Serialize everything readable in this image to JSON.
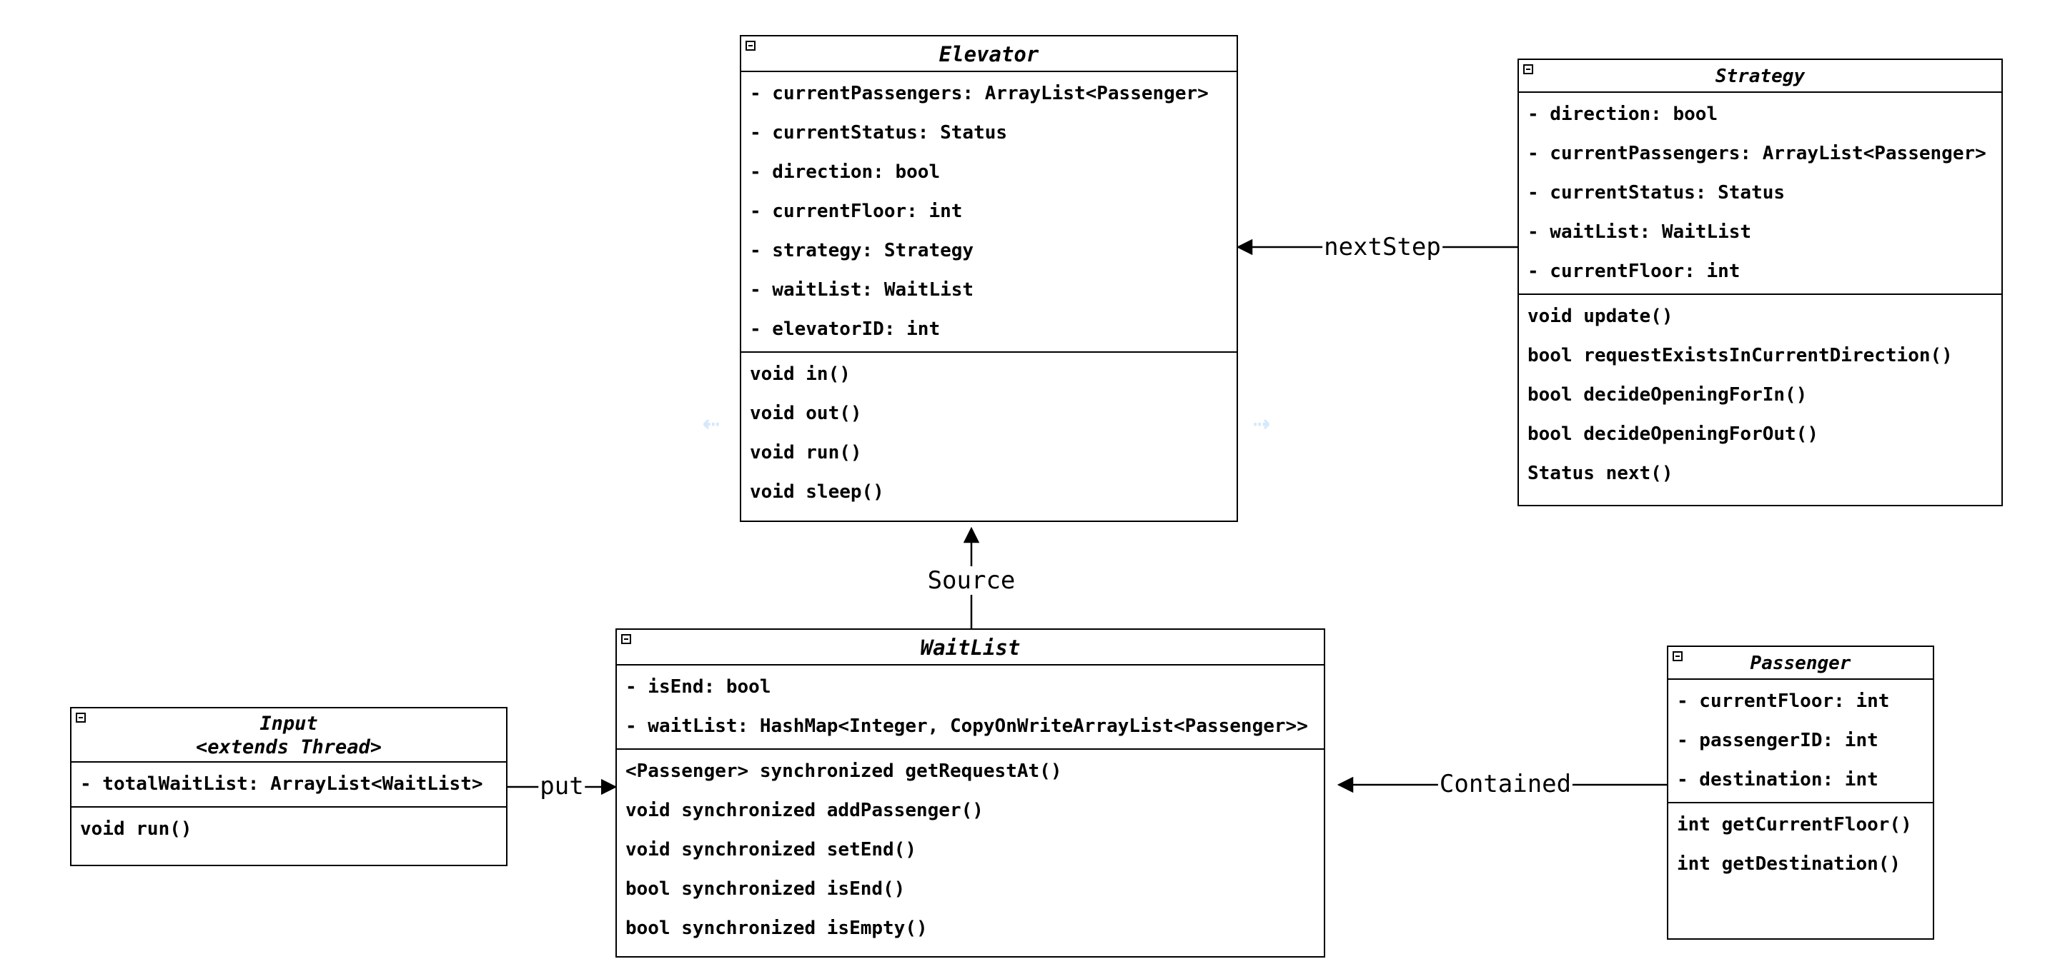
{
  "classes": {
    "elevator": {
      "name": "Elevator",
      "attributes": [
        "- currentPassengers: ArrayList<Passenger>",
        "- currentStatus: Status",
        "- direction: bool",
        "- currentFloor: int",
        "- strategy: Strategy",
        "- waitList: WaitList",
        "- elevatorID: int"
      ],
      "methods": [
        "void in()",
        "void out()",
        "void run()",
        "void sleep()"
      ]
    },
    "strategy": {
      "name": "Strategy",
      "attributes": [
        "- direction: bool",
        "- currentPassengers: ArrayList<Passenger>",
        "- currentStatus: Status",
        "- waitList: WaitList",
        "- currentFloor: int"
      ],
      "methods": [
        "void update()",
        "bool requestExistsInCurrentDirection()",
        "bool decideOpeningForIn()",
        "bool decideOpeningForOut()",
        "Status next()"
      ]
    },
    "waitlist": {
      "name": "WaitList",
      "attributes": [
        "- isEnd: bool",
        "- waitList: HashMap<Integer, CopyOnWriteArrayList<Passenger>>"
      ],
      "methods": [
        "<Passenger> synchronized getRequestAt()",
        "void synchronized addPassenger()",
        "void synchronized setEnd()",
        "bool synchronized isEnd()",
        "bool synchronized isEmpty()"
      ]
    },
    "input": {
      "name": "Input",
      "stereotype": "<extends Thread>",
      "attributes": [
        "- totalWaitList: ArrayList<WaitList>"
      ],
      "methods": [
        "void run()"
      ]
    },
    "passenger": {
      "name": "Passenger",
      "attributes": [
        "- currentFloor: int",
        "- passengerID: int",
        "- destination: int"
      ],
      "methods": [
        "int getCurrentFloor()",
        "int getDestination()"
      ]
    }
  },
  "relations": {
    "nextstep": "nextStep",
    "source": "Source",
    "put": "put",
    "contained": "Contained"
  },
  "colors": {
    "line": "#000000",
    "ghost_arrow": "#d6e9fb"
  }
}
